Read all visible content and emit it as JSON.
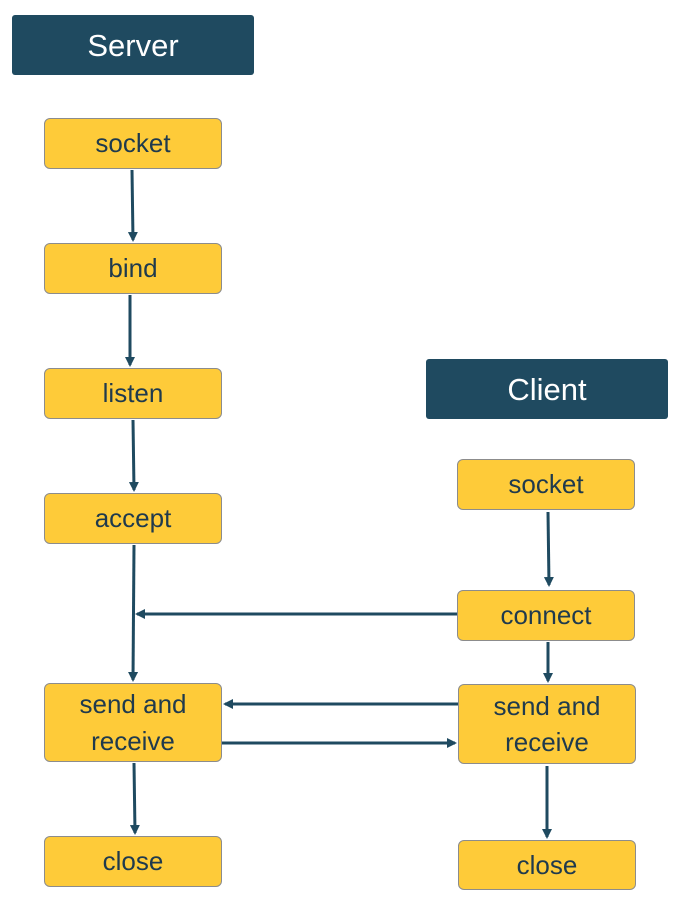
{
  "colors": {
    "header_bg": "#1f4a60",
    "node_fill": "#fecb39",
    "node_border": "#8c8c8c",
    "arrow": "#1f4a60",
    "node_text": "#1f3a4d"
  },
  "server": {
    "title": "Server",
    "steps": {
      "socket": "socket",
      "bind": "bind",
      "listen": "listen",
      "accept": "accept",
      "send_receive": "send and\nreceive",
      "close": "close"
    }
  },
  "client": {
    "title": "Client",
    "steps": {
      "socket": "socket",
      "connect": "connect",
      "send_receive": "send and\nreceive",
      "close": "close"
    }
  }
}
